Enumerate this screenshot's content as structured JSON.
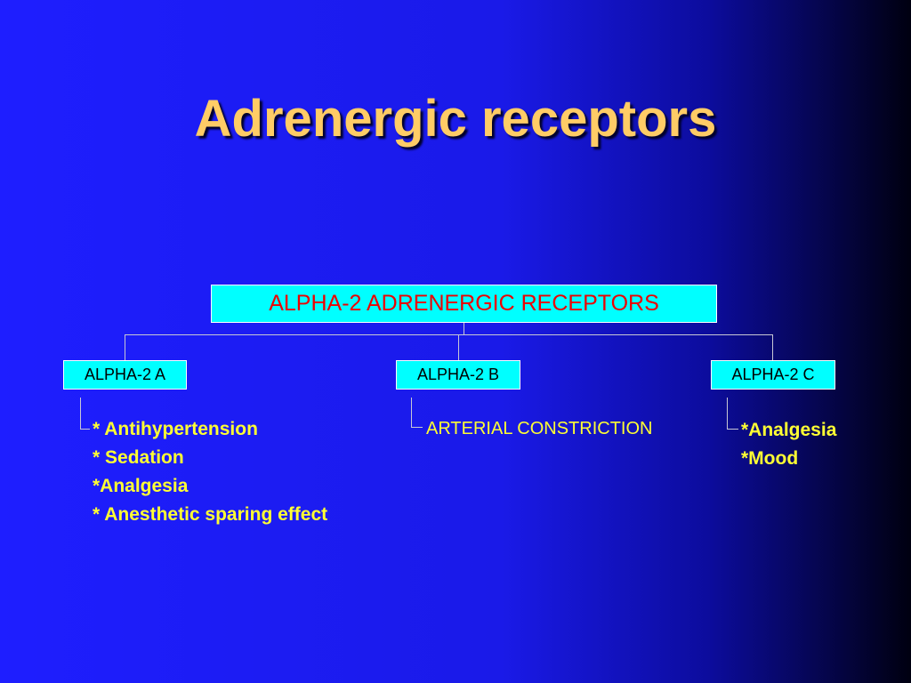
{
  "title": "Adrenergic receptors",
  "root": {
    "label": "ALPHA-2 ADRENERGIC RECEPTORS"
  },
  "children": [
    {
      "label": "ALPHA-2 A",
      "effects": [
        "* Antihypertension",
        "* Sedation",
        "*Analgesia",
        "* Anesthetic sparing effect"
      ]
    },
    {
      "label": "ALPHA-2 B",
      "effects": [
        "ARTERIAL CONSTRICTION"
      ]
    },
    {
      "label": "ALPHA-2 C",
      "effects": [
        "*Analgesia",
        "*Mood"
      ]
    }
  ],
  "colors": {
    "background": "#1e1eff",
    "title": "#ffcc66",
    "box_fill": "#00ffff",
    "root_text": "#ee0000",
    "effect_text": "#ffff33"
  }
}
